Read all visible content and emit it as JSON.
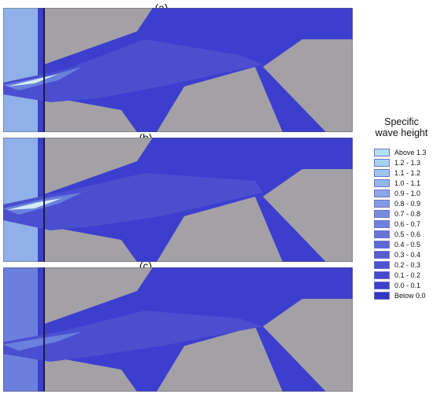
{
  "panels": [
    {
      "label": "(a)"
    },
    {
      "label": "(b)"
    },
    {
      "label": "(c)"
    }
  ],
  "legend": {
    "title_line1": "Specific",
    "title_line2": "wave height",
    "entries": [
      {
        "label": "Above 1.3",
        "color": "#b3e0ef"
      },
      {
        "label": "1.2 - 1.3",
        "color": "#a9d2ee"
      },
      {
        "label": "1.1 - 1.2",
        "color": "#9fc4ec"
      },
      {
        "label": "1.0 - 1.1",
        "color": "#96b6ea"
      },
      {
        "label": "0.9 - 1.0",
        "color": "#8ca8e7"
      },
      {
        "label": "0.8 - 0.9",
        "color": "#839ae4"
      },
      {
        "label": "0.7 - 0.8",
        "color": "#7a8ce1"
      },
      {
        "label": "0.6 - 0.7",
        "color": "#717fdd"
      },
      {
        "label": "0.5 - 0.6",
        "color": "#6873d9"
      },
      {
        "label": "0.4 - 0.5",
        "color": "#5f67d6"
      },
      {
        "label": "0.3 - 0.4",
        "color": "#575cd3"
      },
      {
        "label": "0.2 - 0.3",
        "color": "#4f51d0"
      },
      {
        "label": "0.1 - 0.2",
        "color": "#4747cd"
      },
      {
        "label": "0.0 - 0.1",
        "color": "#3f3fca"
      },
      {
        "label": "Below 0.0",
        "color": "#3535c5"
      }
    ]
  },
  "colors": {
    "land": "#a3a1a6",
    "water_base": "#3c3fcd",
    "water_mid": "#4a4fd0",
    "water_light": "#6b7fdc",
    "water_pale": "#8fb0e8",
    "outline": "#1a1a4a"
  }
}
